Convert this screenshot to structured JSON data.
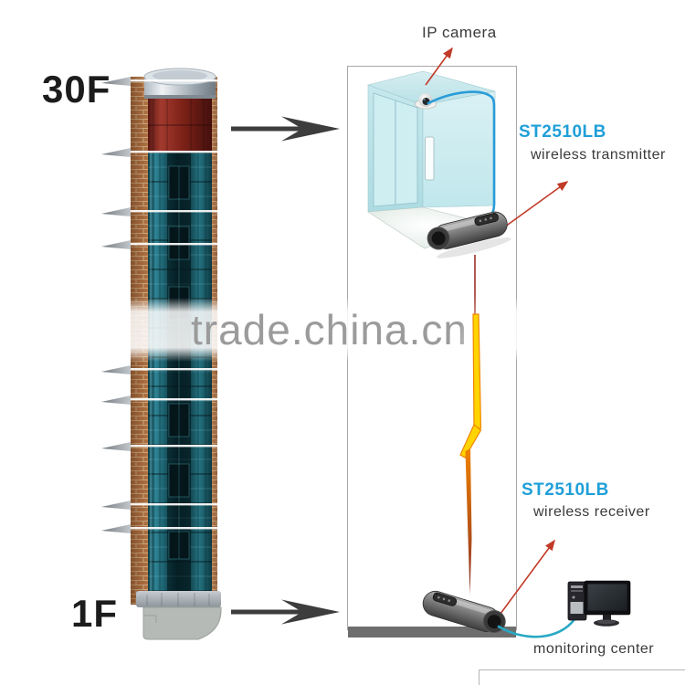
{
  "diagram": {
    "floor_top_label": "30F",
    "floor_bottom_label": "1F"
  },
  "cabin": {
    "camera_label": "IP camera"
  },
  "transmitter": {
    "model": "ST2510LB",
    "caption": "wireless transmitter"
  },
  "receiver": {
    "model": "ST2510LB",
    "caption": "wireless receiver"
  },
  "monitoring": {
    "label": "monitoring center"
  },
  "watermark": {
    "text": "trade.china.cn"
  },
  "colors": {
    "model_text_blue": "#1f9fd8",
    "caption_text_gray": "#3a3a3a",
    "flow_arrow_gray": "#3d3d3d",
    "pointer_arrow_red": "#c23a28",
    "signal_bolt_yellow": "#ffd400",
    "signal_bolt_orange": "#f08200",
    "cable_blue": "#2a9cd8",
    "watermark_text_gray": "#9b9b9b"
  }
}
